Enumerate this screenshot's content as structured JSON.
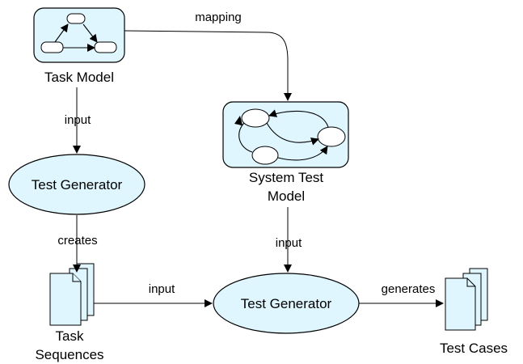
{
  "nodes": {
    "task_model": "Task Model",
    "system_test_model_line1": "System Test",
    "system_test_model_line2": "Model",
    "test_generator_top": "Test Generator",
    "test_generator_bottom": "Test Generator",
    "task_sequences_line1": "Task",
    "task_sequences_line2": "Sequences",
    "test_cases": "Test Cases"
  },
  "edges": {
    "mapping": "mapping",
    "input_task_to_gen": "input",
    "creates": "creates",
    "input_system_to_gen": "input",
    "input_sequences_to_gen": "input",
    "generates": "generates"
  },
  "colors": {
    "node_fill": "#dff6ff",
    "stroke": "#000000"
  }
}
